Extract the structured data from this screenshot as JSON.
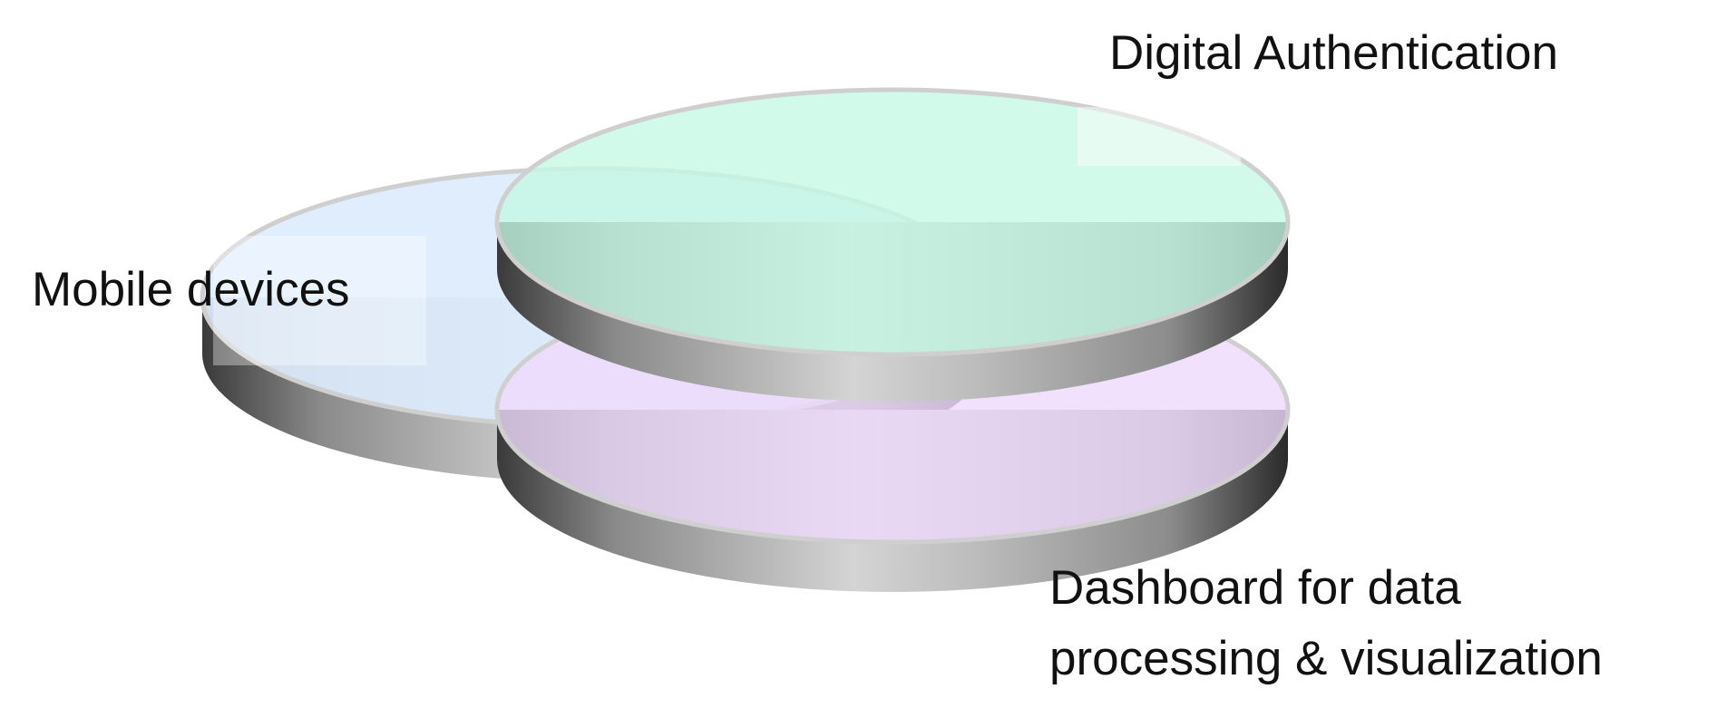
{
  "diagram": {
    "title": "Three overlapping disks diagram",
    "sets": [
      {
        "id": "mobile",
        "label": "Mobile devices",
        "color": "#dcebfd"
      },
      {
        "id": "dashboard",
        "label_lines": [
          "Dashboard for data",
          "processing & visualization"
        ],
        "color": "#efd9fb"
      },
      {
        "id": "auth",
        "label": "Digital Authentication",
        "color": "#c4f8e4"
      }
    ]
  }
}
